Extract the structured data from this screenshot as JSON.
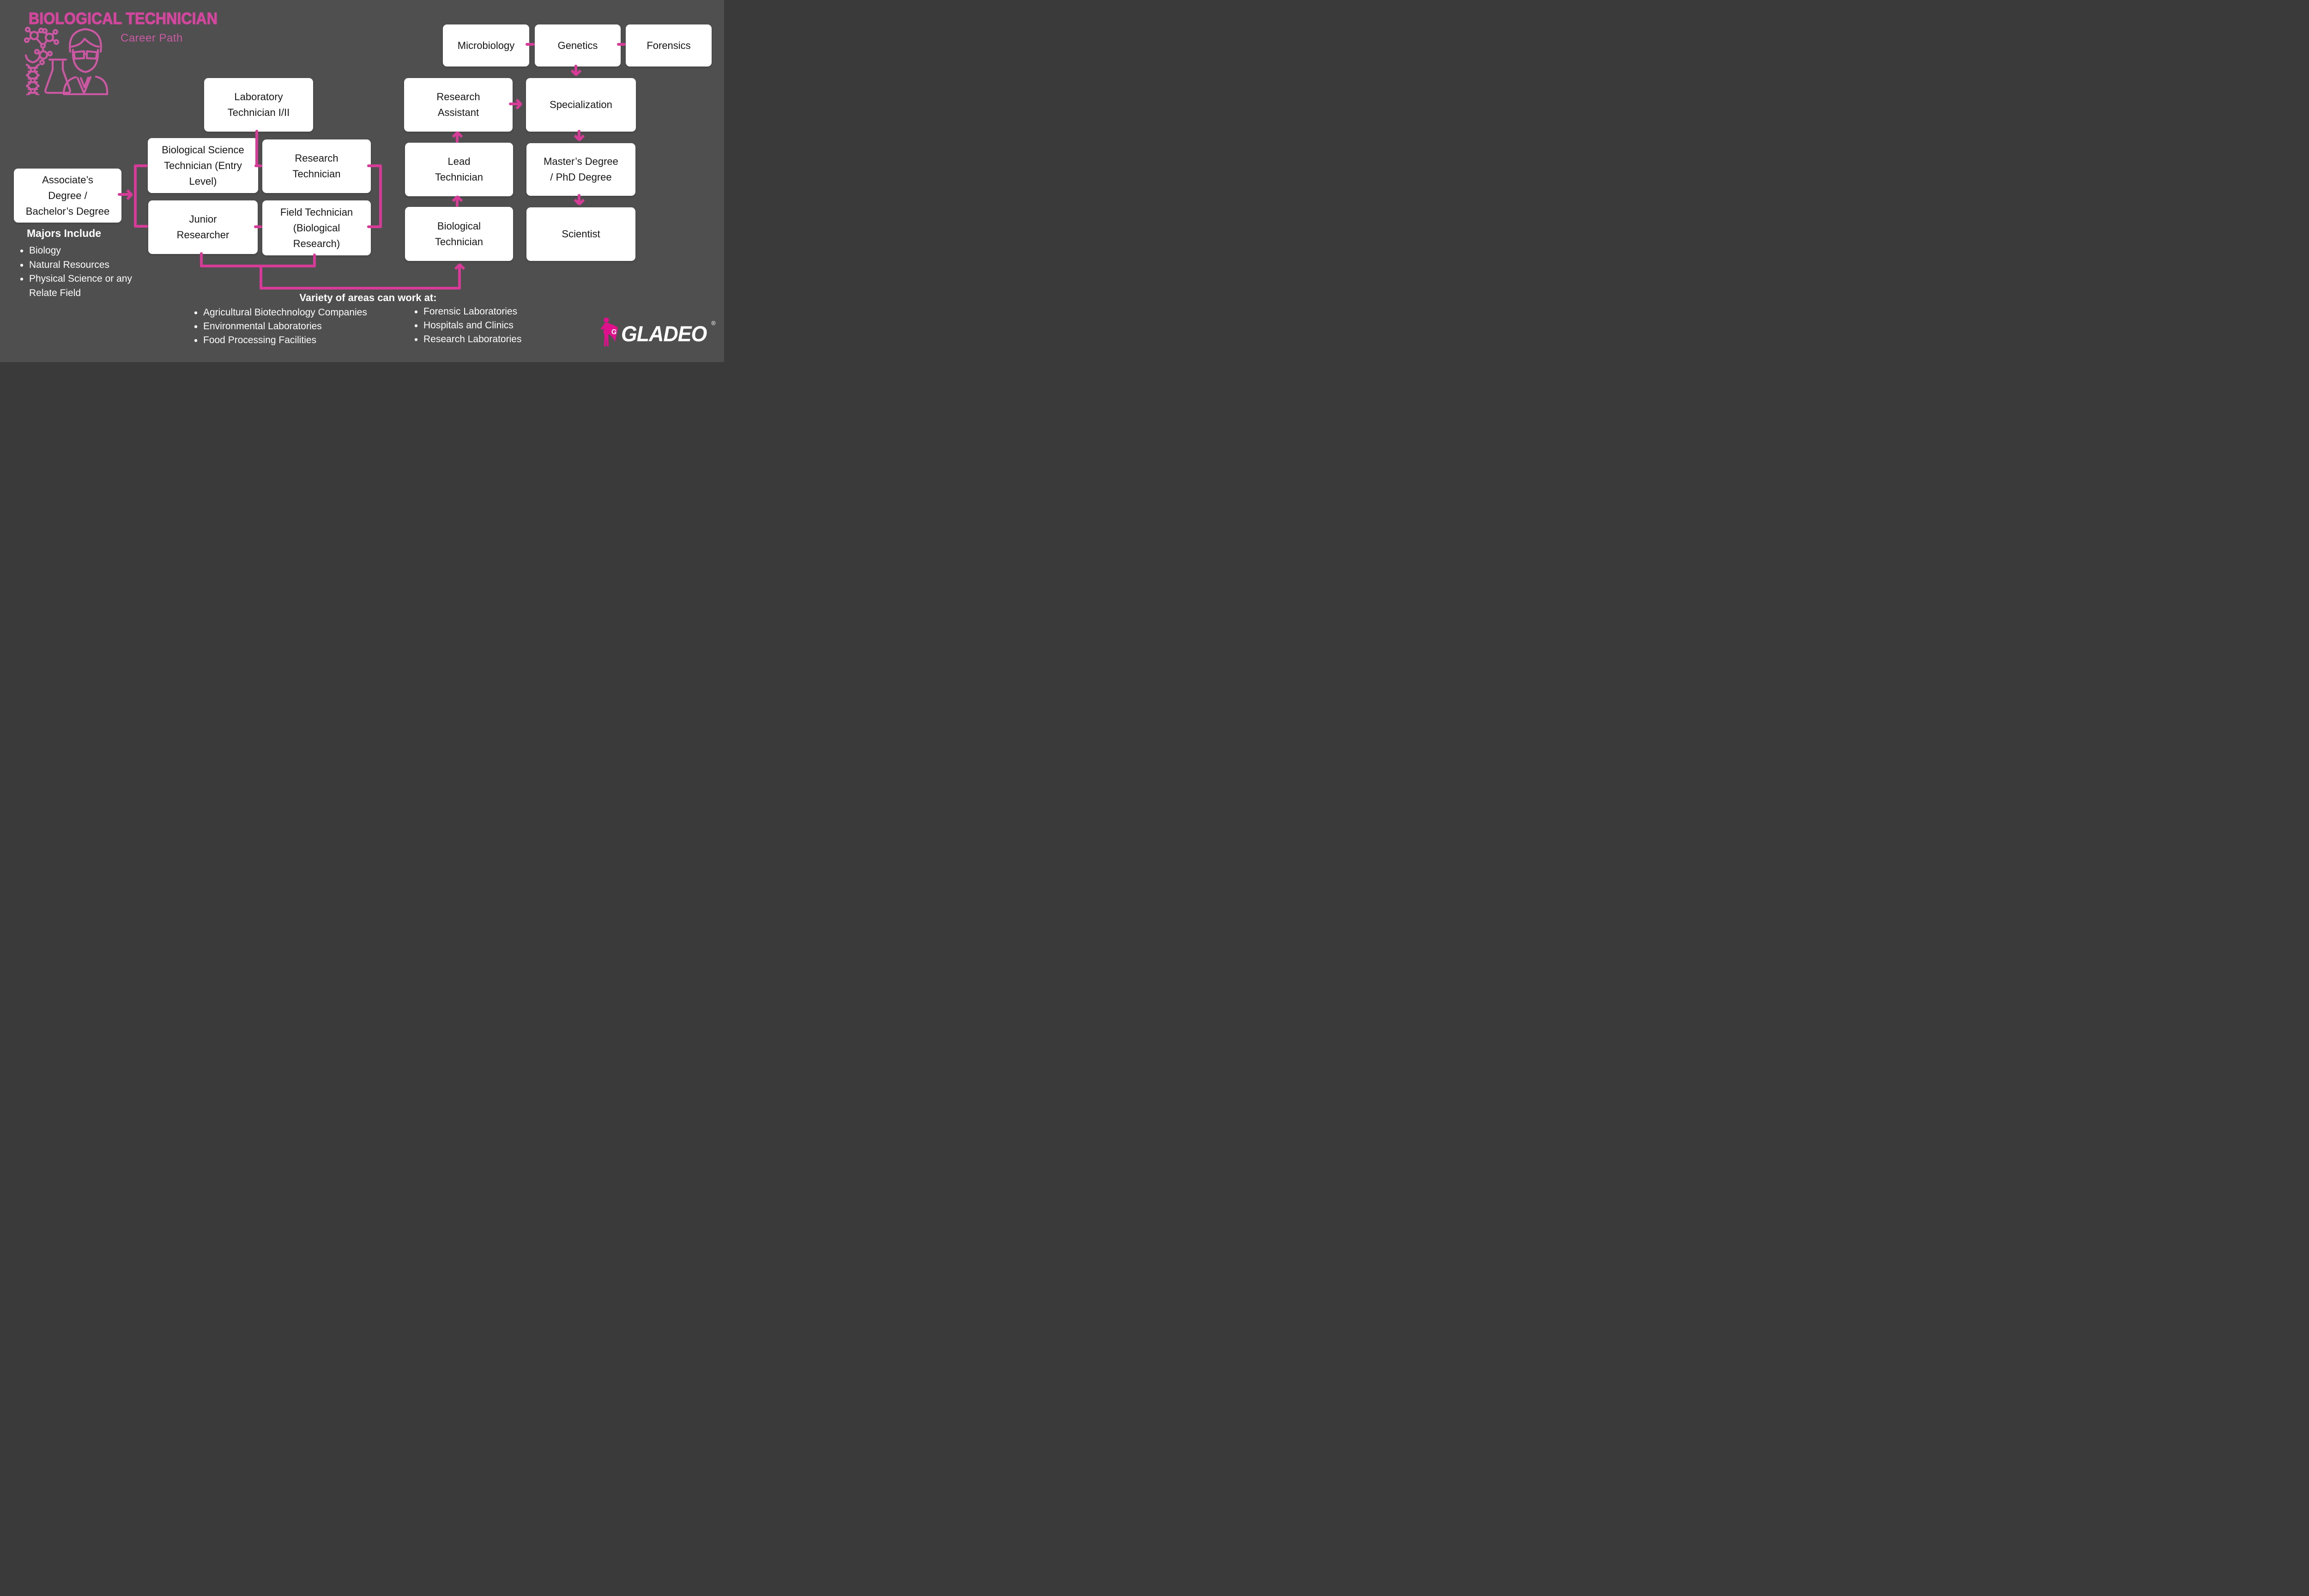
{
  "colors": {
    "background": "#4f4f4f",
    "connector_pink": "#d63c97",
    "title_pink": "#d2479d",
    "illustration_pink": "#cc58a3",
    "logo_pink": "#e0108c",
    "box_background": "#ffffff",
    "box_text": "#161616",
    "light_text": "#fdfdfd"
  },
  "header": {
    "title": "BIOLOGICAL TECHNICIAN",
    "subtitle": "Career Path"
  },
  "majors": {
    "heading": "Majors Include",
    "items": [
      "Biology",
      "Natural Resources",
      "Physical Science or any\nRelate Field"
    ]
  },
  "work_areas": {
    "heading": "Variety of areas can work at:",
    "left_items": [
      "Agricultural Biotechnology Companies",
      "Environmental Laboratories",
      "Food Processing Facilities"
    ],
    "right_items": [
      "Forensic Laboratories",
      "Hospitals and Clinics",
      "Research Laboratories"
    ]
  },
  "nodes": [
    {
      "label": "Microbiology"
    },
    {
      "label": "Genetics"
    },
    {
      "label": "Forensics"
    },
    {
      "label": "Laboratory\nTechnician I/II"
    },
    {
      "label": "Research\nAssistant"
    },
    {
      "label": "Specialization"
    },
    {
      "label": "Biological Science\nTechnician (Entry\nLevel)"
    },
    {
      "label": "Research\nTechnician"
    },
    {
      "label": "Lead\nTechnician"
    },
    {
      "label": "Master’s Degree\n/ PhD Degree"
    },
    {
      "label": "Associate’s\nDegree /\nBachelor’s Degree"
    },
    {
      "label": "Junior\nResearcher"
    },
    {
      "label": "Field Technician\n(Biological\nResearch)"
    },
    {
      "label": "Biological\nTechnician"
    },
    {
      "label": "Scientist"
    }
  ],
  "logo": {
    "brand": "GLADEO",
    "registered_mark": "®",
    "figure_letter": "G"
  }
}
